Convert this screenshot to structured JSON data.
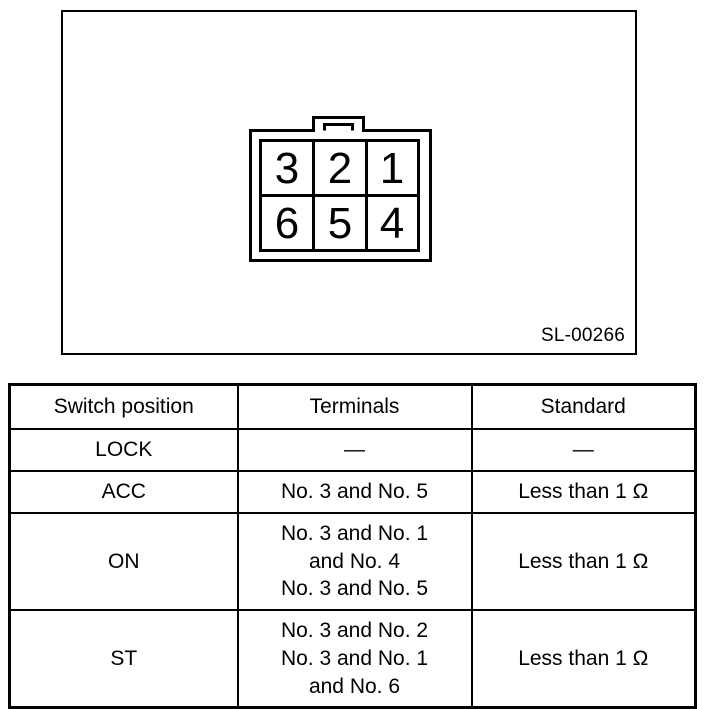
{
  "diagram": {
    "figure_code": "SL-00266",
    "connector": {
      "name": "ignition-switch-connector",
      "rows": 2,
      "columns": 3,
      "terminal_labels": [
        [
          "3",
          "2",
          "1"
        ],
        [
          "6",
          "5",
          "4"
        ]
      ]
    }
  },
  "table": {
    "headers": [
      "Switch position",
      "Terminals",
      "Standard"
    ],
    "rows": [
      {
        "position": "LOCK",
        "terminals": [
          "—"
        ],
        "standard": "—"
      },
      {
        "position": "ACC",
        "terminals": [
          "No. 3 and No. 5"
        ],
        "standard": "Less than 1 Ω"
      },
      {
        "position": "ON",
        "terminals": [
          "No. 3 and No. 1",
          "and No. 4",
          "No. 3 and No. 5"
        ],
        "standard": "Less than 1 Ω"
      },
      {
        "position": "ST",
        "terminals": [
          "No. 3 and No. 2",
          "No. 3 and No. 1",
          "and No. 6"
        ],
        "standard": "Less than 1 Ω"
      }
    ]
  },
  "colors": {
    "line": "#000000",
    "background": "#ffffff"
  }
}
